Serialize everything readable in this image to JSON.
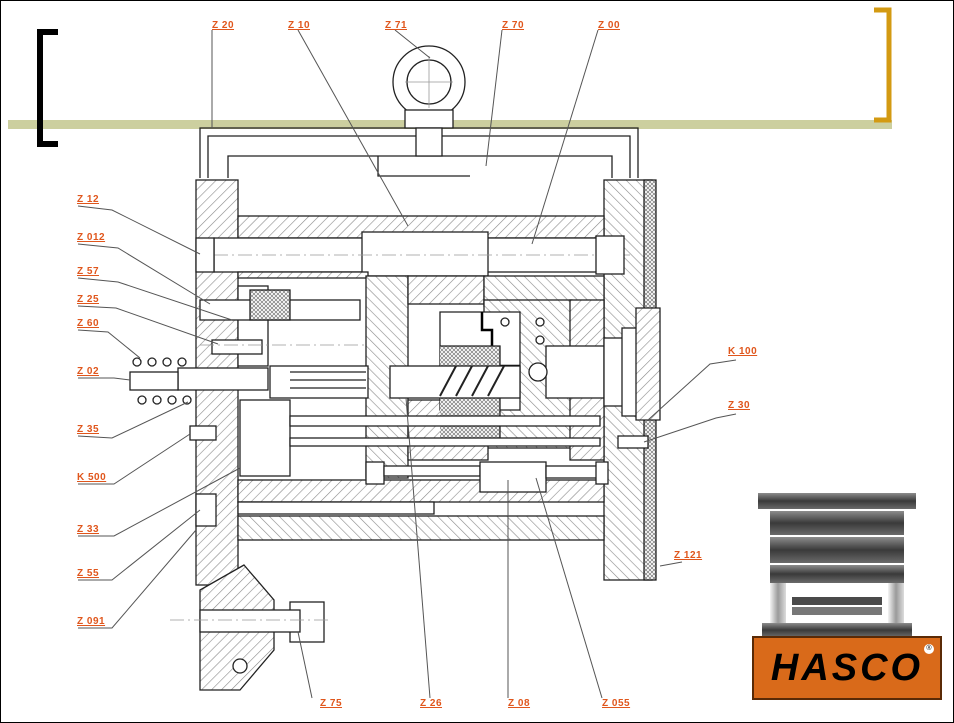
{
  "colors": {
    "label": "#e0561c",
    "leader": "#555555",
    "bracket_left": "#000000",
    "bracket_right": "#d39a12",
    "rule": "#c3c78e",
    "logo_orange": "#d96a1a"
  },
  "labels": [
    {
      "id": "z20",
      "text": "Z 20"
    },
    {
      "id": "z10",
      "text": "Z 10"
    },
    {
      "id": "z71",
      "text": "Z 71"
    },
    {
      "id": "z70",
      "text": "Z 70"
    },
    {
      "id": "z00",
      "text": "Z 00"
    },
    {
      "id": "z12",
      "text": "Z 12"
    },
    {
      "id": "z012",
      "text": "Z 012"
    },
    {
      "id": "z57",
      "text": "Z 57"
    },
    {
      "id": "z25",
      "text": "Z 25"
    },
    {
      "id": "z60",
      "text": "Z 60"
    },
    {
      "id": "z02",
      "text": "Z 02"
    },
    {
      "id": "z35",
      "text": "Z 35"
    },
    {
      "id": "k500",
      "text": "K 500"
    },
    {
      "id": "z33",
      "text": "Z 33"
    },
    {
      "id": "z55",
      "text": "Z 55"
    },
    {
      "id": "z091",
      "text": "Z 091"
    },
    {
      "id": "k100",
      "text": "K 100"
    },
    {
      "id": "z30",
      "text": "Z 30"
    },
    {
      "id": "z121",
      "text": "Z 121"
    },
    {
      "id": "z75",
      "text": "Z 75"
    },
    {
      "id": "z26",
      "text": "Z 26"
    },
    {
      "id": "z08",
      "text": "Z 08"
    },
    {
      "id": "z055",
      "text": "Z 055"
    }
  ],
  "logo": {
    "brand": "HASCO",
    "reg_mark": "®"
  }
}
